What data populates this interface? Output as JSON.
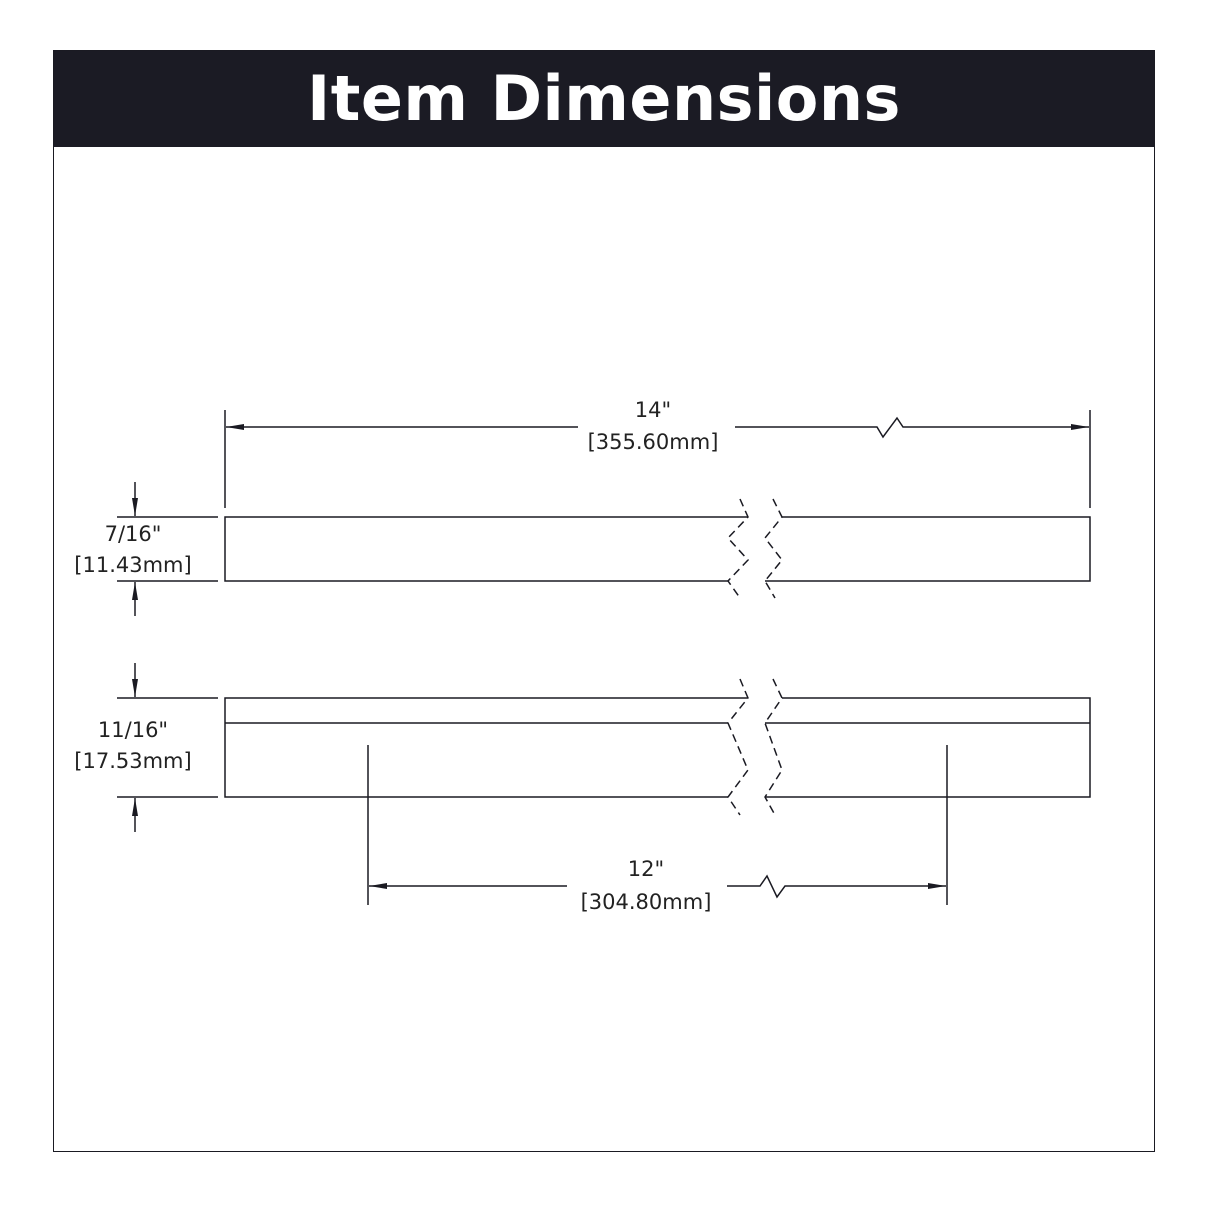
{
  "header": {
    "title": "Item Dimensions",
    "background_color": "#1b1b24",
    "text_color": "#ffffff"
  },
  "dimensions": {
    "overall_length": {
      "imperial": "14\"",
      "metric": "[355.60mm]"
    },
    "top_view_height": {
      "imperial": "7/16\"",
      "metric": "[11.43mm]"
    },
    "side_view_height": {
      "imperial": "11/16\"",
      "metric": "[17.53mm]"
    },
    "center_to_center": {
      "imperial": "12\"",
      "metric": "[304.80mm]"
    }
  },
  "line_color": "#1a1a22"
}
